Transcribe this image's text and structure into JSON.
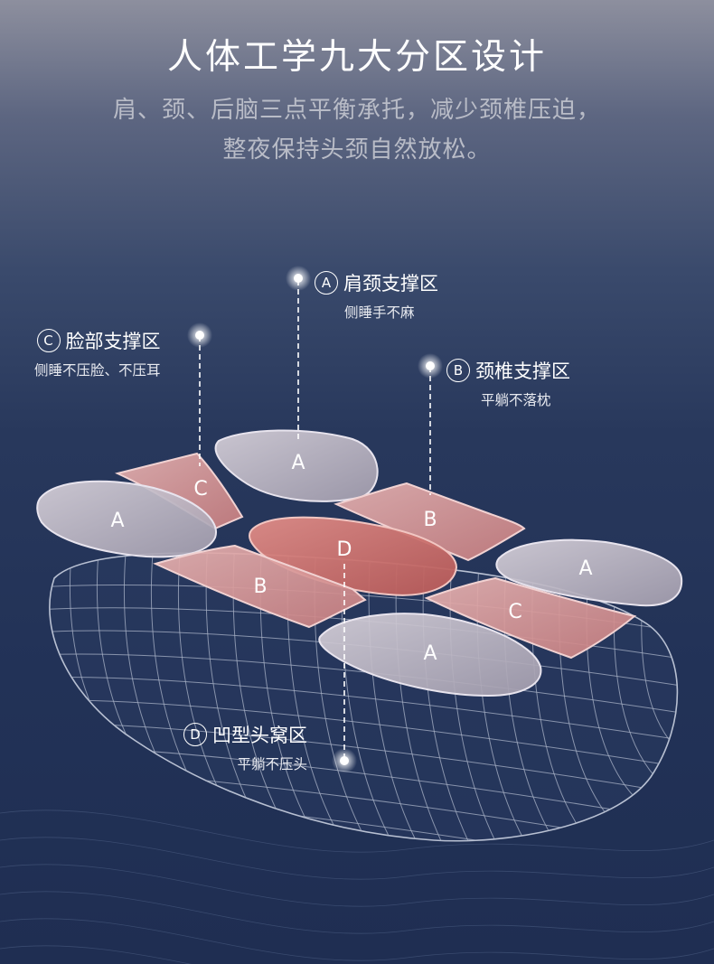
{
  "header": {
    "title": "人体工学九大分区设计",
    "subtitle_line1": "肩、颈、后脑三点平衡承托，减少颈椎压迫，",
    "subtitle_line2": "整夜保持头颈自然放松。"
  },
  "callouts": {
    "a": {
      "badge": "A",
      "title": "肩颈支撑区",
      "desc": "侧睡手不麻"
    },
    "c": {
      "badge": "C",
      "title": "脸部支撑区",
      "desc": "侧睡不压脸、不压耳"
    },
    "b": {
      "badge": "B",
      "title": "颈椎支撑区",
      "desc": "平躺不落枕"
    },
    "d": {
      "badge": "D",
      "title": "凹型头窝区",
      "desc": "平躺不压头"
    }
  },
  "zones": {
    "a_top": "A",
    "a_left": "A",
    "a_right": "A",
    "a_bottom": "A",
    "c_top": "C",
    "c_right": "C",
    "b_top": "B",
    "b_left": "B",
    "d_center": "D"
  },
  "colors": {
    "zone_gray": "#b9b3c0",
    "zone_pink": "#d99a9c",
    "zone_center": "#cf706d",
    "pillow_grid": "#a9b3c7"
  }
}
